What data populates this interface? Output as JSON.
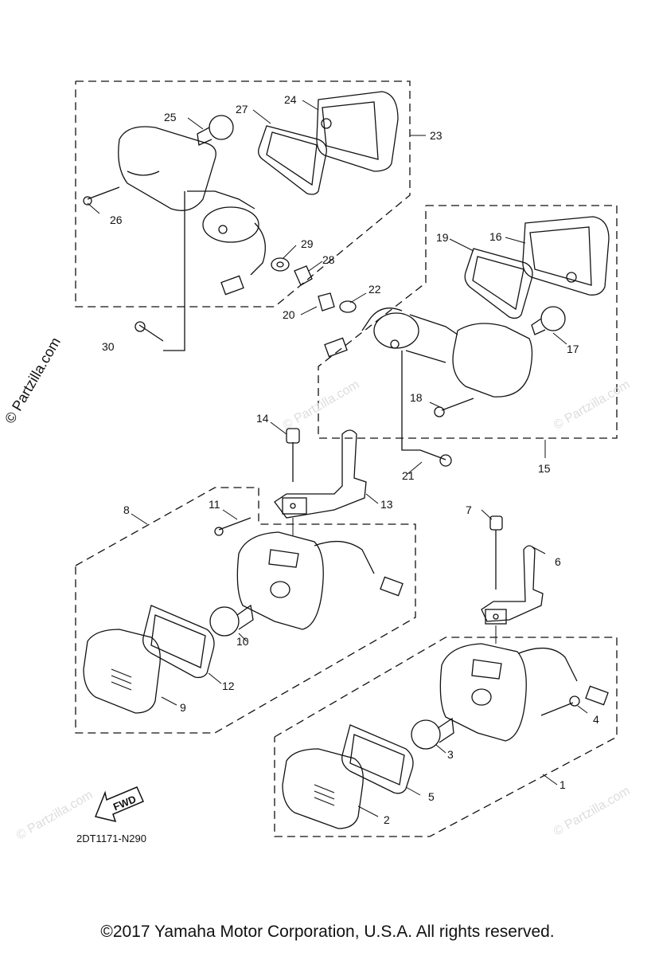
{
  "watermark_text": "© Partzilla.com",
  "faint_watermark": "© Partzilla.com",
  "diagram_code": "2DT1171-N290",
  "fwd_label": "FWD",
  "copyright": "©2017  Yamaha Motor Corporation, U.S.A. All rights reserved.",
  "callouts": {
    "c1": "1",
    "c2": "2",
    "c3": "3",
    "c4": "4",
    "c5": "5",
    "c6": "6",
    "c7": "7",
    "c8": "8",
    "c9": "9",
    "c10": "10",
    "c11": "11",
    "c12": "12",
    "c13": "13",
    "c14": "14",
    "c15": "15",
    "c16": "16",
    "c17": "17",
    "c18": "18",
    "c19": "19",
    "c20": "20",
    "c21": "21",
    "c22": "22",
    "c23": "23",
    "c24": "24",
    "c25": "25",
    "c26": "26",
    "c27": "27",
    "c28": "28",
    "c29": "29",
    "c30": "30"
  }
}
